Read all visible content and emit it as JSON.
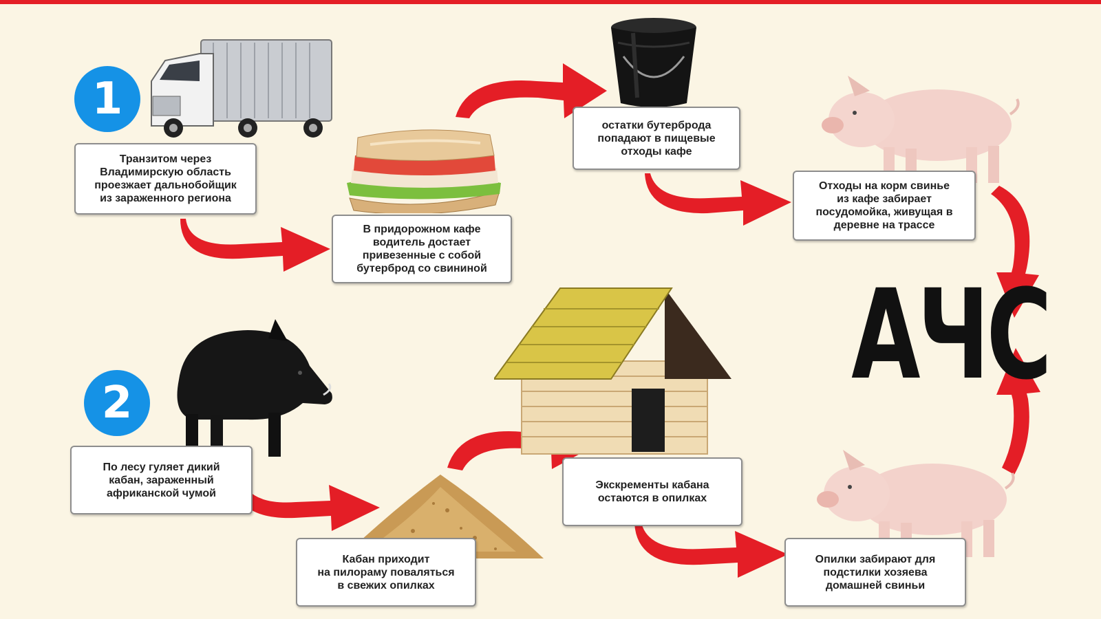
{
  "title": "АЧС",
  "colors": {
    "arrow": "#e41e26",
    "badge": "#1592e6",
    "top_bar": "#e41e26"
  },
  "route1": {
    "badge": "1",
    "steps": [
      "Транзитом через\nВладимирскую область\nпроезжает дальнобойщик\nиз зараженного региона",
      "В придорожном кафе\nводитель достает\nпривезенные с собой\nбутерброд со свининой",
      "остатки бутерброда\nпопадают в пищевые\nотходы кафе",
      "Отходы на корм свинье\nиз кафе забирает\nпосудомойка, живущая в\nдеревне на трассе"
    ]
  },
  "route2": {
    "badge": "2",
    "steps": [
      "По лесу гуляет дикий\nкабан, зараженный\nафриканской чумой",
      "Кабан приходит\nна пилораму поваляться\nв свежих опилках",
      "Экскременты кабана\nостаются в опилках",
      "Опилки забирают для\nподстилки хозяева\nдомашней свиньи"
    ]
  },
  "icons": [
    "truck-icon",
    "sandwich-icon",
    "bucket-icon",
    "pig-icon",
    "boar-icon",
    "sawdust-icon",
    "house-icon",
    "arrow-icon"
  ]
}
